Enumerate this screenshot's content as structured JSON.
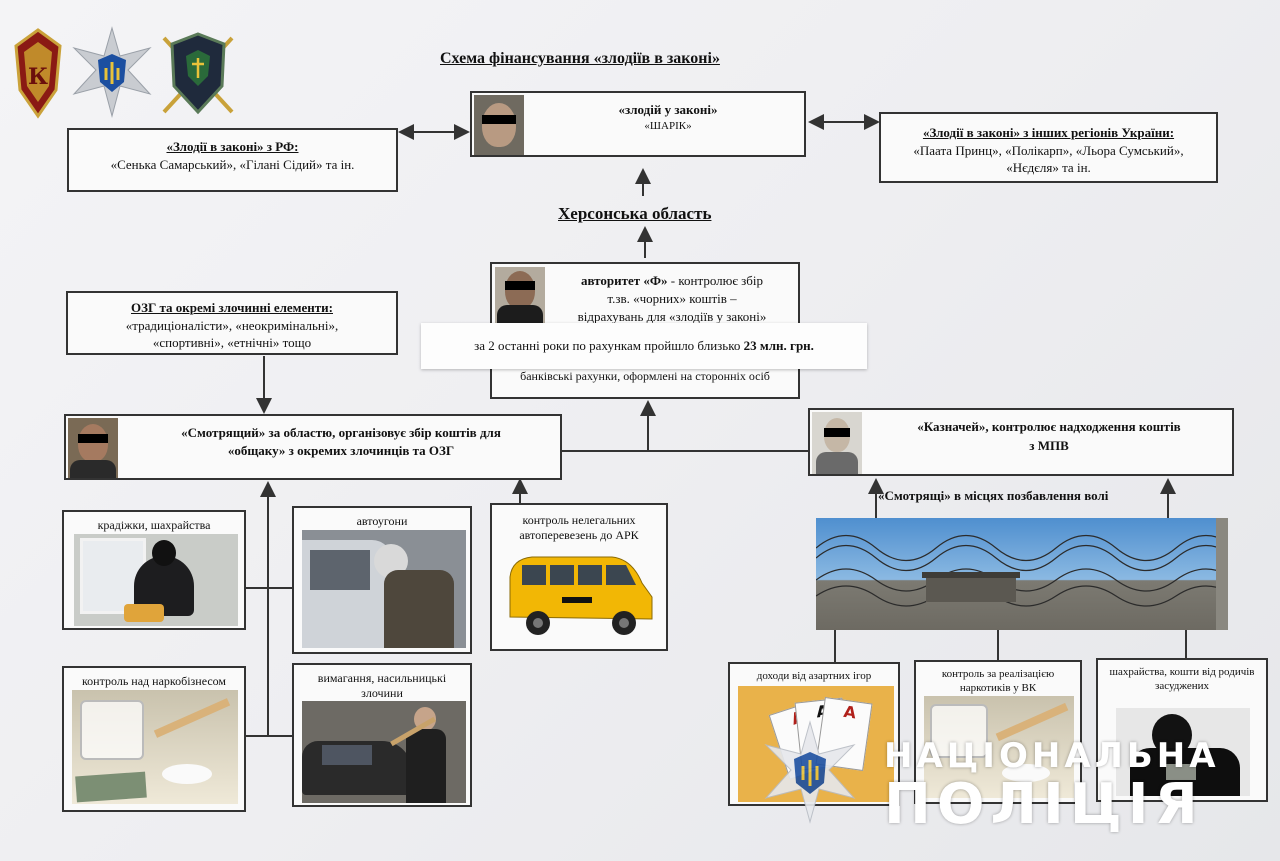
{
  "title": "Схема фінансування «злодіїв в законі»",
  "top_box": {
    "line1": "«злодій у законі»",
    "line2": "«ШАРІК»"
  },
  "rf_box": {
    "heading": "«Злодії в законі» з РФ:",
    "text": "«Сенька Самарський», «Гілані Сідий» та ін."
  },
  "regions_box": {
    "heading": "«Злодії в законі» з інших регіонів України:",
    "line1": "«Паата Принц», «Полікарп», «Льора Сумський»,",
    "line2": "«Нєдєля» та ін."
  },
  "region_label": "Херсонська область",
  "authority_box": {
    "bold": "авторитет «Ф»",
    "line1": " - контролює збір",
    "line2": "т.зв. «чорних» коштів –",
    "line3": "відрахувань для «злодіїв у законі»",
    "bottom": "банківські рахунки, оформлені на сторонніх осіб"
  },
  "strip": {
    "text": "за 2 останні роки по рахункам пройшло близько ",
    "bold": "23 млн. грн."
  },
  "ozg_box": {
    "heading": "ОЗГ та окремі злочинні елементи:",
    "line1": "«традиціоналісти», «неокримінальні»,",
    "line2": "«спортивні», «етнічні» тощо"
  },
  "smotryashchiy_box": {
    "line1": "«Смотрящий» за областю, організовує збір коштів для",
    "line2": "«общаку» з окремих злочинців та ОЗГ"
  },
  "kaznachei_box": {
    "line1": "«Казначей», контролює надходження коштів",
    "line2": "з МПВ"
  },
  "prison_label": "«Смотрящі» в місцях позбавлення волі",
  "crime_cards": [
    {
      "label": "крадіжки, шахрайства"
    },
    {
      "label": "автоугони"
    },
    {
      "label": "контроль нелегальних автоперевезень до АРК"
    },
    {
      "label": "контроль над наркобізнесом"
    },
    {
      "label": "вимагання, насильницькі злочини"
    }
  ],
  "prison_cards": [
    {
      "label": "доходи від азартних ігор"
    },
    {
      "label": "контроль за реалізацією наркотиків  у ВК"
    },
    {
      "label": "шахрайства, кошти від родичів засуджених"
    }
  ],
  "emblem_letter": "К",
  "watermark": {
    "line1": "НАЦІОНАЛЬНА",
    "line2": "ПОЛІЦІЯ"
  },
  "colors": {
    "line": "#333333",
    "box_border": "#333333",
    "sky": "#6fa6d8",
    "taxi": "#f2b705"
  }
}
